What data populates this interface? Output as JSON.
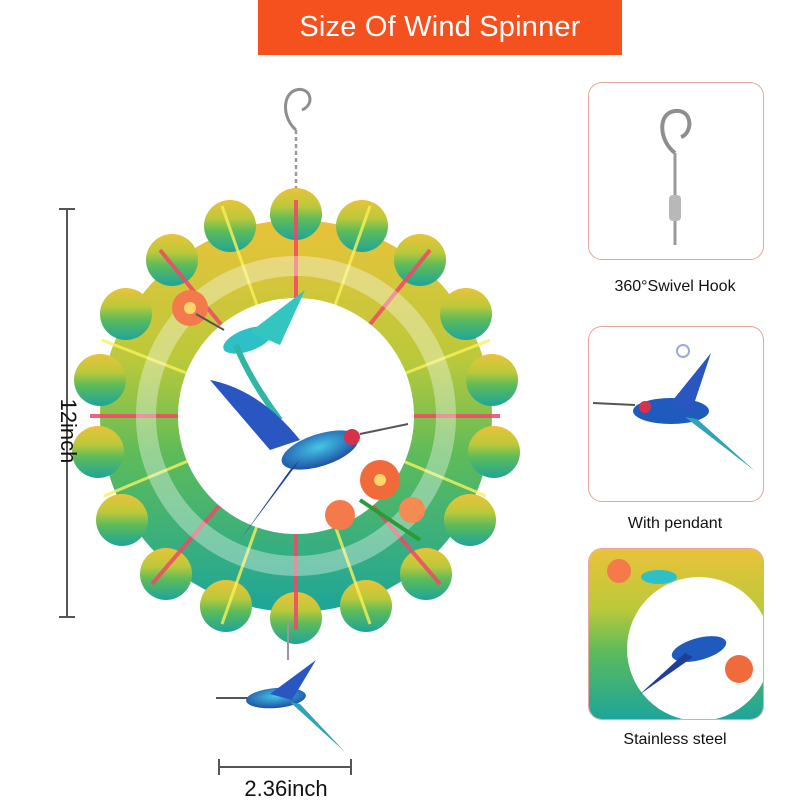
{
  "banner": {
    "title": "Size Of Wind Spinner"
  },
  "dimensions": {
    "height_label": "12inch",
    "width_label": "2.36inch"
  },
  "features": [
    {
      "caption": "360°Swivel Hook",
      "icon": "hook-icon"
    },
    {
      "caption": "With pendant",
      "icon": "hummingbird-pendant"
    },
    {
      "caption": "Stainless steel",
      "icon": "spinner-closeup"
    }
  ],
  "colors": {
    "banner": "#f4511e",
    "card_border": "#e6a89a"
  }
}
